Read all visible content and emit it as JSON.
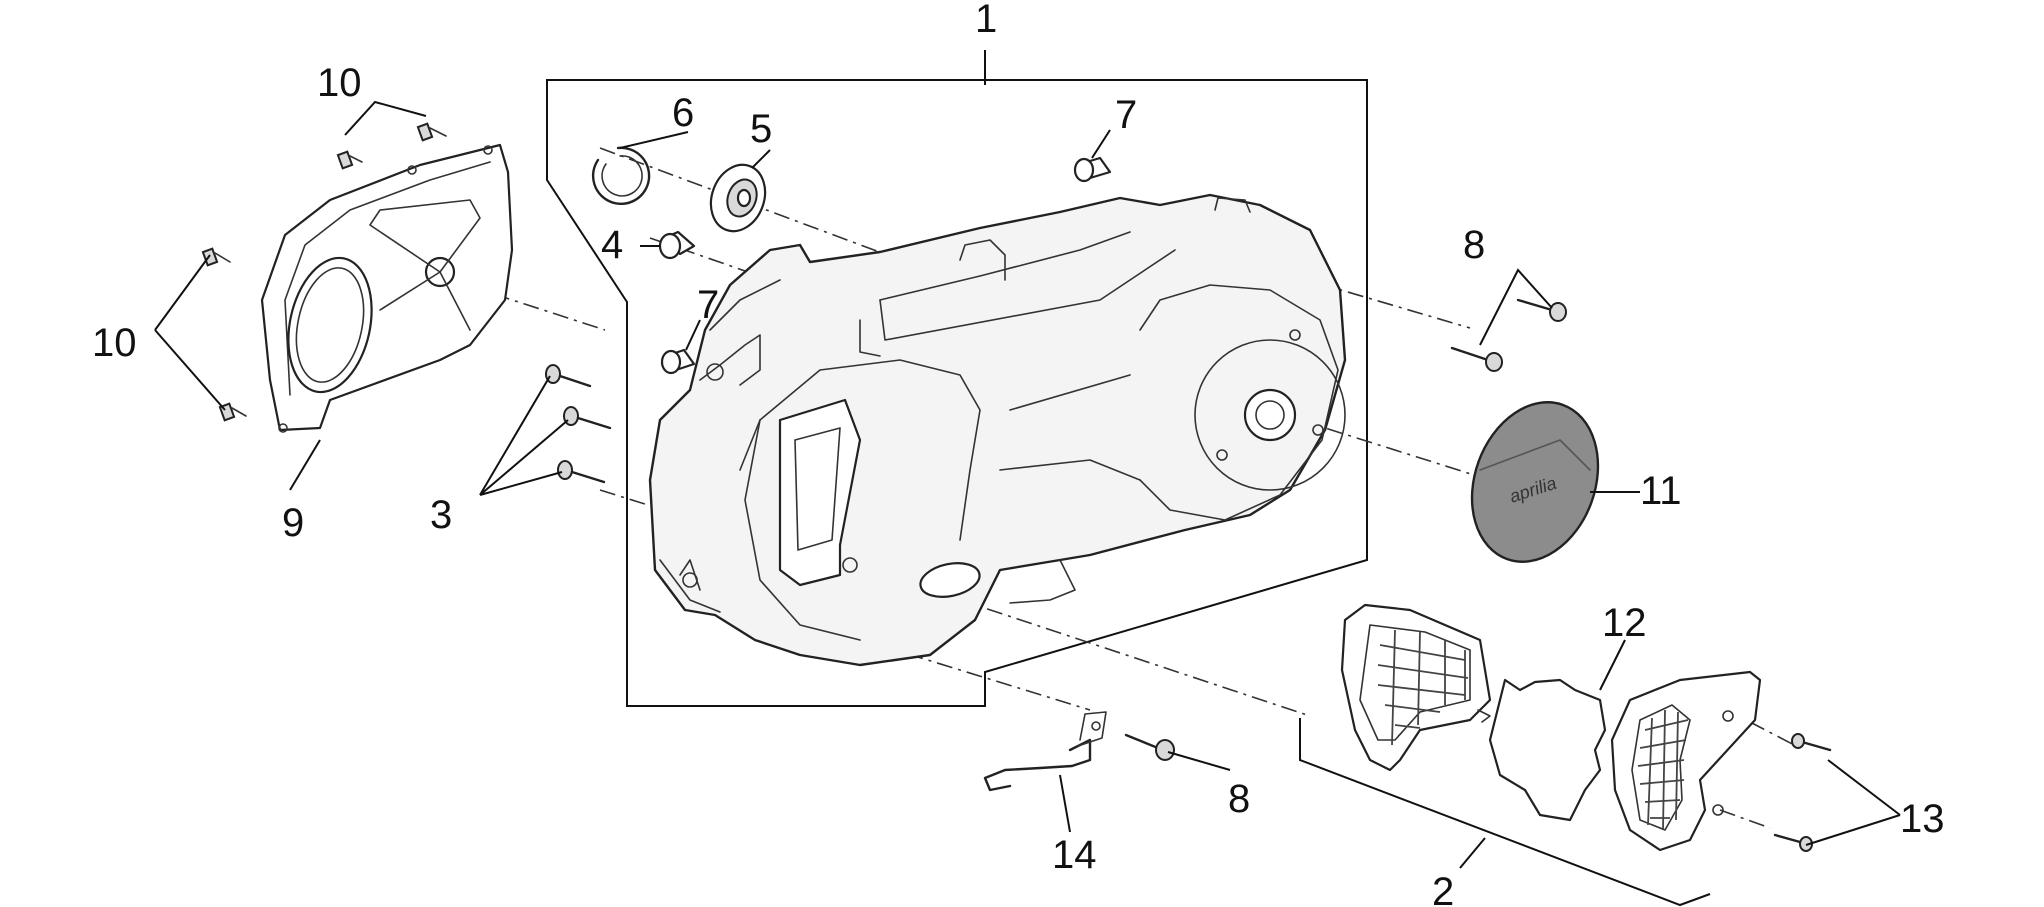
{
  "callouts": {
    "c1": "1",
    "c2": "2",
    "c3": "3",
    "c4": "4",
    "c5": "5",
    "c6": "6",
    "c7a": "7",
    "c7b": "7",
    "c8a": "8",
    "c8b": "8",
    "c9": "9",
    "c10a": "10",
    "c10b": "10",
    "c11": "11",
    "c12": "12",
    "c13": "13",
    "c14": "14"
  },
  "logo_text": "aprilia",
  "colors": {
    "line": "#222222",
    "cap_fill": "#8c8c8c",
    "background": "#ffffff"
  }
}
